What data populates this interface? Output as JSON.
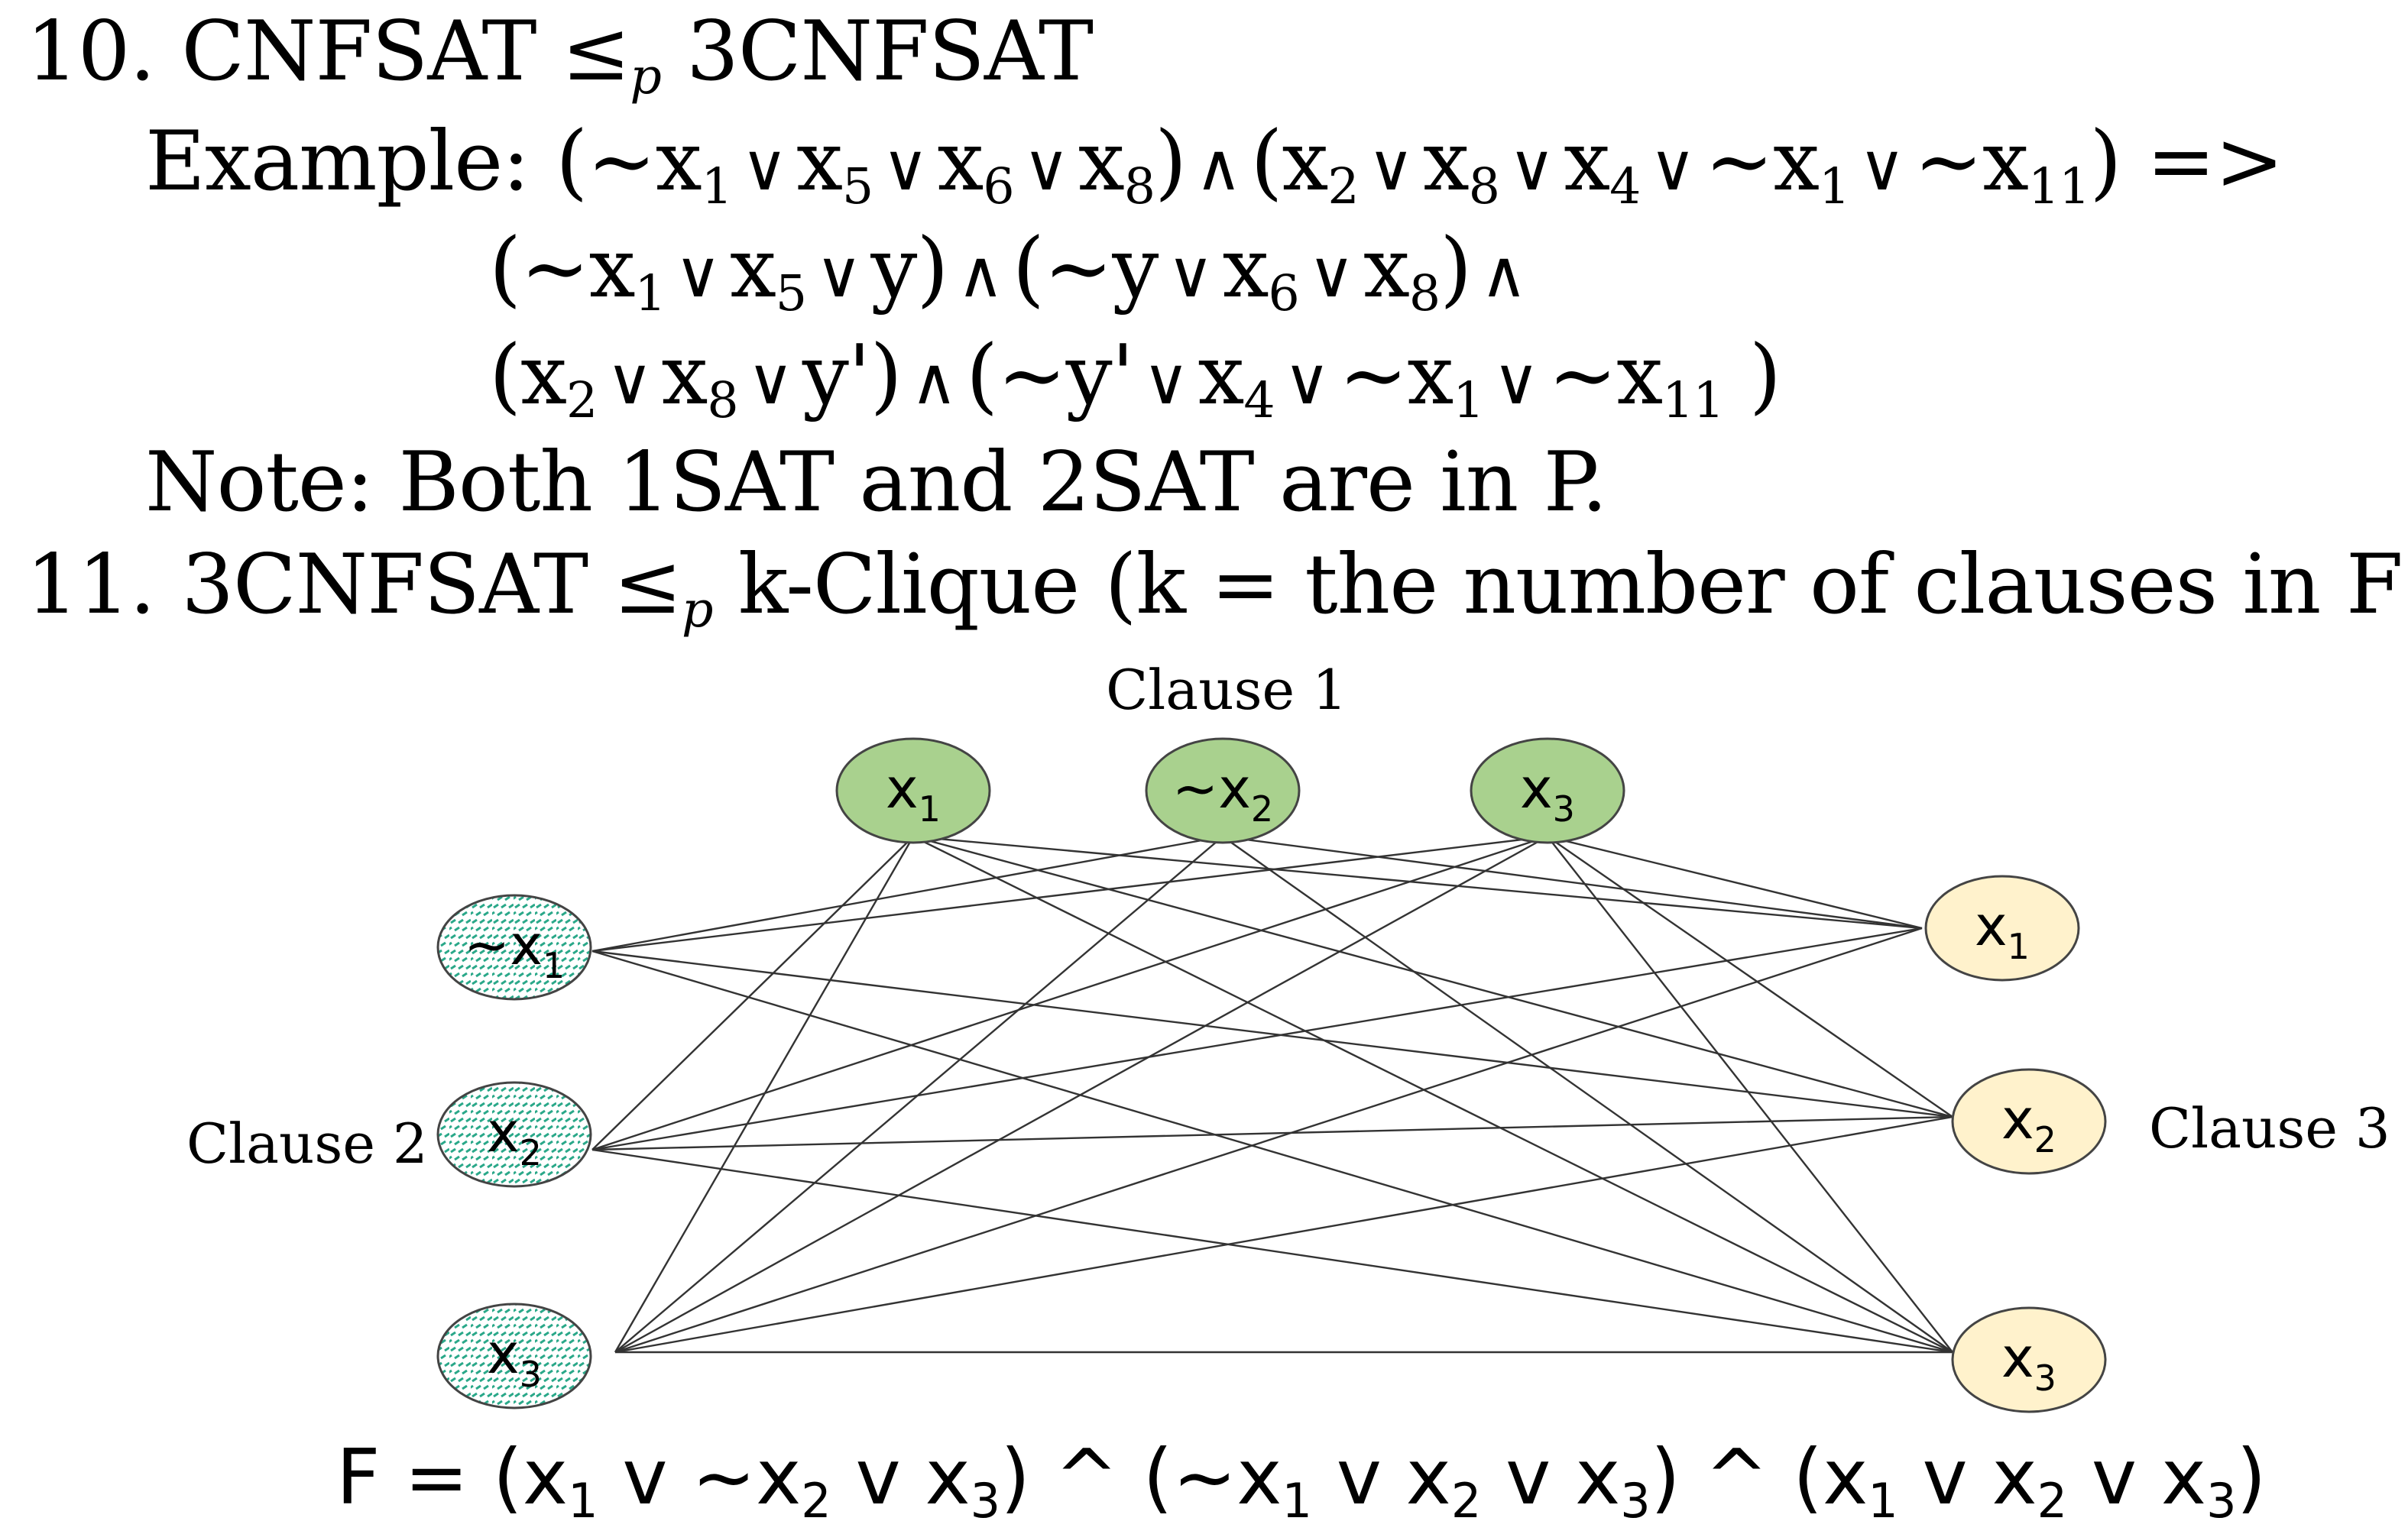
{
  "text": {
    "item10_num": "10.",
    "item10_title_pre": "CNFSAT ≤",
    "item10_title_sub": "p",
    "item10_title_post": " 3CNFSAT",
    "example_label": "Example:",
    "note": "Note: Both 1SAT and 2SAT are in P.",
    "item11_num": "11.",
    "item11_pre": "3CNFSAT ≤",
    "item11_sub": "p",
    "item11_post": " k-Clique (k = the number of clauses in F)."
  },
  "diagram": {
    "clause1_label": "Clause 1",
    "clause2_label": "Clause 2",
    "clause3_label": "Clause 3",
    "colors": {
      "clause1_fill": "#a9d18e",
      "clause2_fill": "#ffffff",
      "clause2_hatch": "#2aa889",
      "clause3_fill": "#fff2cc",
      "edge": "#333333"
    },
    "nodes": [
      {
        "id": "c1-x1",
        "clause": 1,
        "label": "x",
        "sub": "1"
      },
      {
        "id": "c1-nx2",
        "clause": 1,
        "label": "~x",
        "sub": "2"
      },
      {
        "id": "c1-x3",
        "clause": 1,
        "label": "x",
        "sub": "3"
      },
      {
        "id": "c2-nx1",
        "clause": 2,
        "label": "~x",
        "sub": "1"
      },
      {
        "id": "c2-x2",
        "clause": 2,
        "label": "x",
        "sub": "2"
      },
      {
        "id": "c2-x3",
        "clause": 2,
        "label": "x",
        "sub": "3"
      },
      {
        "id": "c3-x1",
        "clause": 3,
        "label": "x",
        "sub": "1"
      },
      {
        "id": "c3-x2",
        "clause": 3,
        "label": "x",
        "sub": "2"
      },
      {
        "id": "c3-x3",
        "clause": 3,
        "label": "x",
        "sub": "3"
      }
    ],
    "edges": [
      [
        "c1-x1",
        "c2-x2"
      ],
      [
        "c1-x1",
        "c2-x3"
      ],
      [
        "c1-x1",
        "c3-x1"
      ],
      [
        "c1-x1",
        "c3-x2"
      ],
      [
        "c1-x1",
        "c3-x3"
      ],
      [
        "c1-nx2",
        "c2-nx1"
      ],
      [
        "c1-nx2",
        "c2-x3"
      ],
      [
        "c1-nx2",
        "c3-x1"
      ],
      [
        "c1-nx2",
        "c3-x3"
      ],
      [
        "c1-x3",
        "c2-nx1"
      ],
      [
        "c1-x3",
        "c2-x2"
      ],
      [
        "c1-x3",
        "c2-x3"
      ],
      [
        "c1-x3",
        "c3-x1"
      ],
      [
        "c1-x3",
        "c3-x2"
      ],
      [
        "c1-x3",
        "c3-x3"
      ],
      [
        "c2-nx1",
        "c3-x2"
      ],
      [
        "c2-nx1",
        "c3-x3"
      ],
      [
        "c2-x2",
        "c3-x1"
      ],
      [
        "c2-x2",
        "c3-x2"
      ],
      [
        "c2-x2",
        "c3-x3"
      ],
      [
        "c2-x3",
        "c3-x1"
      ],
      [
        "c2-x3",
        "c3-x2"
      ],
      [
        "c2-x3",
        "c3-x3"
      ]
    ]
  }
}
